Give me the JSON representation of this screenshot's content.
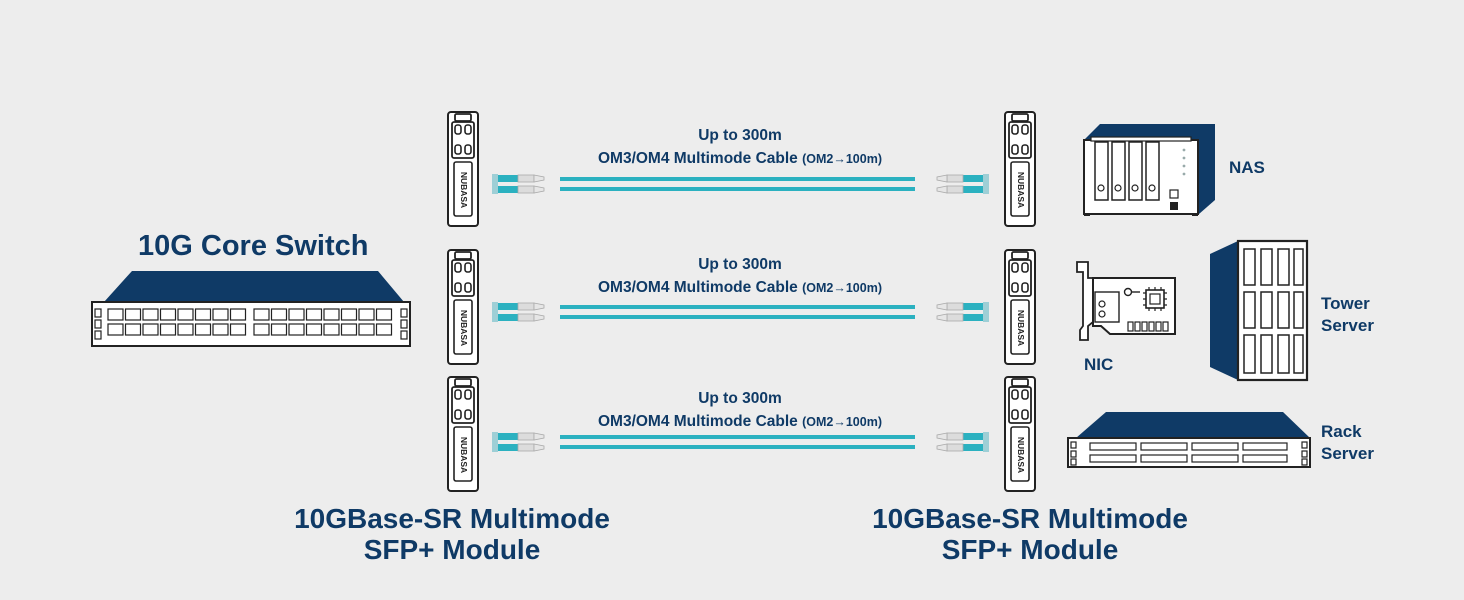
{
  "switch": {
    "title": "10G Core Switch"
  },
  "links": [
    {
      "distance": "Up to 300m",
      "cable": "OM3/OM4 Multimode Cable",
      "note": "(OM2→100m)"
    },
    {
      "distance": "Up to 300m",
      "cable": "OM3/OM4 Multimode Cable",
      "note": "(OM2→100m)"
    },
    {
      "distance": "Up to 300m",
      "cable": "OM3/OM4 Multimode Cable",
      "note": "(OM2→100m)"
    }
  ],
  "module_brand": "NUBASA",
  "devices": {
    "nas": "NAS",
    "nic": "NIC",
    "tower_line1": "Tower",
    "tower_line2": "Server",
    "rack_line1": "Rack",
    "rack_line2": "Server"
  },
  "bottom_left": {
    "line1": "10GBase-SR Multimode",
    "line2": "SFP+ Module"
  },
  "bottom_right": {
    "line1": "10GBase-SR Multimode",
    "line2": "SFP+ Module"
  },
  "colors": {
    "navy": "#0f3a66",
    "cable": "#2bb1c0",
    "background": "#ededed"
  }
}
